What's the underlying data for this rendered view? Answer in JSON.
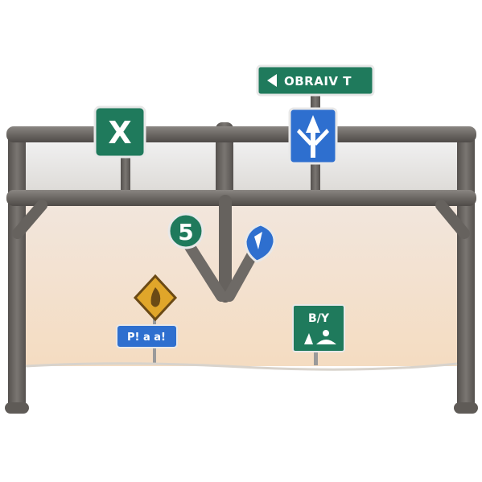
{
  "signs": {
    "top_direction": {
      "text": "OBRAIV T",
      "arrow": "left-arrow"
    },
    "left_x_sign": {
      "symbol": "X"
    },
    "right_arrow_sign": {
      "icon": "up-arrow-icon"
    },
    "route_marker": {
      "number": "5"
    },
    "blue_shield": {
      "icon": "shield-icon"
    },
    "warning_diamond": {
      "icon": "warning-icon"
    },
    "blue_plate": {
      "text": "P! a a!"
    },
    "green_panel": {
      "text": "B/Y",
      "icon": "pedestrian-icon"
    }
  },
  "colors": {
    "sign_green": "#1f7a5c",
    "sign_blue": "#2e6fcf",
    "frame_gray": "#6e6a66",
    "warning_yellow": "#e0a62a",
    "backdrop_top": "#e9e5e0",
    "backdrop_bottom": "#f3e0c8"
  }
}
